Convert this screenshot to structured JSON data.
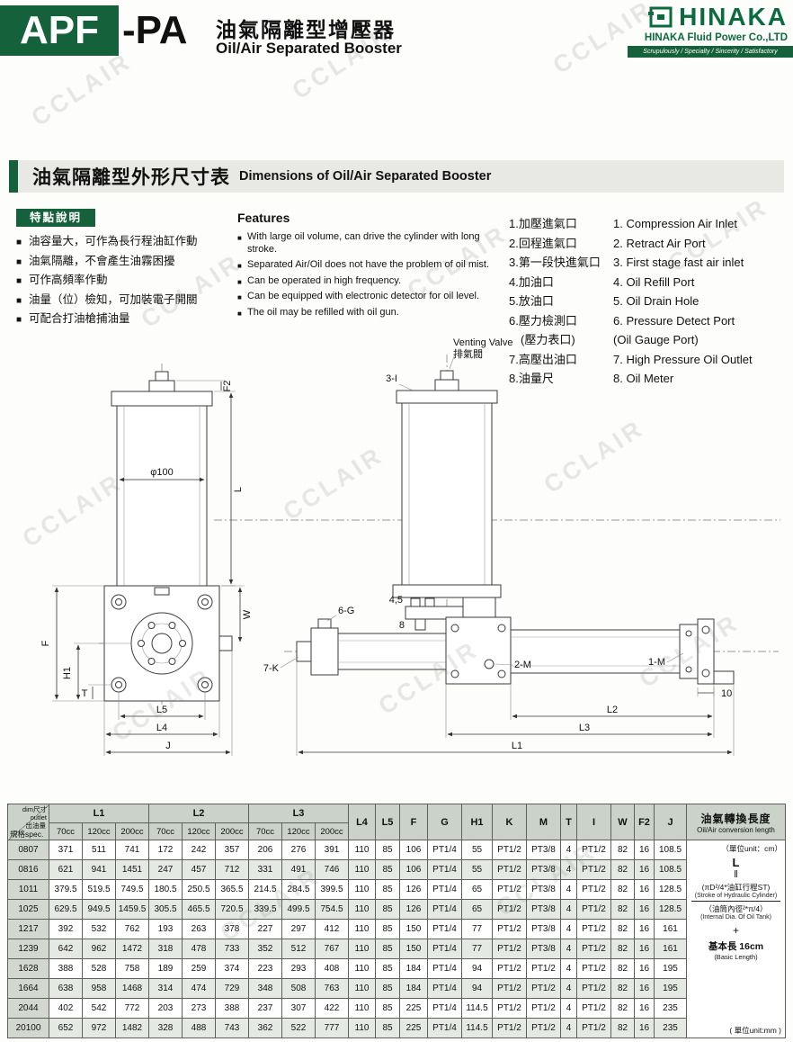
{
  "watermark": "CCLAIR",
  "header": {
    "model_prefix": "APF",
    "model_suffix": "-PA",
    "title_zh": "油氣隔離型增壓器",
    "title_en": "Oil/Air Separated Booster",
    "brand": "HINAKA",
    "brand_sub": "HINAKA  Fluid  Power  Co.,LTD",
    "tagline": "Scrupulously / Specialty / Sincerity / Satisfactory"
  },
  "section": {
    "title_zh": "油氣隔離型外形尺寸表",
    "title_en": "Dimensions of Oil/Air Separated Booster"
  },
  "features_zh": {
    "title": "特點說明",
    "items": [
      "油容量大，可作為長行程油缸作動",
      "油氣隔離，不會產生油霧困擾",
      "可作高頻率作動",
      "油量（位）檢知，可加裝電子開關",
      "可配合打油槍捕油量"
    ]
  },
  "features_en": {
    "title": "Features",
    "items": [
      "With large oil volume, can drive the cylinder with long stroke.",
      "Separated Air/Oil does not have the problem of oil mist.",
      "Can be operated in high frequency.",
      "Can be equipped with electronic detector for oil level.",
      "The oil may be refilled with oil gun."
    ]
  },
  "ports_zh": [
    "1.加壓進氣口",
    "2.回程進氣口",
    "3.第一段快進氣口",
    "4.加油口",
    "5.放油口",
    "6.壓力檢測口\n　(壓力表口)",
    "7.高壓出油口",
    "8.油量尺"
  ],
  "ports_en": [
    "1. Compression Air Inlet",
    "2. Retract Air Port",
    "3. First stage fast air inlet",
    "4. Oil Refill Port",
    "5. Oil Drain Hole",
    "6. Pressure Detect Port\n     (Oil Gauge Port)",
    "7. High Pressure Oil Outlet",
    "8. Oil Meter"
  ],
  "drawing": {
    "venting_valve_en": "Venting Valve",
    "venting_valve_zh": "排氣閥",
    "phi": "φ100",
    "dim_l": "L",
    "dim_f2": "F2",
    "dim_w": "W",
    "dim_f": "F",
    "dim_h1": "H1",
    "dim_t": "T",
    "dim_l5": "L5",
    "dim_l4": "L4",
    "dim_j": "J",
    "label_3i": "3-I",
    "label_45": "4,5",
    "label_8": "8",
    "label_6g": "6-G",
    "label_7k": "7-K",
    "label_2m": "2-M",
    "label_1m": "1-M",
    "label_10": "10",
    "dim_l2": "L2",
    "dim_l3": "L3",
    "dim_l1": "L1"
  },
  "table": {
    "corner": {
      "tr": "dim尺寸",
      "mr": "outlet",
      "br": "出油量",
      "bl": "規格spec."
    },
    "group_headers": [
      "L1",
      "L2",
      "L3"
    ],
    "sub_headers": [
      "70cc",
      "120cc",
      "200cc"
    ],
    "single_headers": [
      "L4",
      "L5",
      "F",
      "G",
      "H1",
      "K",
      "M",
      "T",
      "I",
      "W",
      "F2",
      "J"
    ],
    "rows": [
      {
        "spec": "0807",
        "values": [
          "371",
          "511",
          "741",
          "172",
          "242",
          "357",
          "206",
          "276",
          "391",
          "110",
          "85",
          "106",
          "PT1/4",
          "55",
          "PT1/2",
          "PT3/8",
          "4",
          "PT1/2",
          "82",
          "16",
          "108.5"
        ]
      },
      {
        "spec": "0816",
        "values": [
          "621",
          "941",
          "1451",
          "247",
          "457",
          "712",
          "331",
          "491",
          "746",
          "110",
          "85",
          "106",
          "PT1/4",
          "55",
          "PT1/2",
          "PT3/8",
          "4",
          "PT1/2",
          "82",
          "16",
          "108.5"
        ]
      },
      {
        "spec": "1011",
        "values": [
          "379.5",
          "519.5",
          "749.5",
          "180.5",
          "250.5",
          "365.5",
          "214.5",
          "284.5",
          "399.5",
          "110",
          "85",
          "126",
          "PT1/4",
          "65",
          "PT1/2",
          "PT3/8",
          "4",
          "PT1/2",
          "82",
          "16",
          "128.5"
        ]
      },
      {
        "spec": "1025",
        "values": [
          "629.5",
          "949.5",
          "1459.5",
          "305.5",
          "465.5",
          "720.5",
          "339.5",
          "499.5",
          "754.5",
          "110",
          "85",
          "126",
          "PT1/4",
          "65",
          "PT1/2",
          "PT3/8",
          "4",
          "PT1/2",
          "82",
          "16",
          "128.5"
        ]
      },
      {
        "spec": "1217",
        "values": [
          "392",
          "532",
          "762",
          "193",
          "263",
          "378",
          "227",
          "297",
          "412",
          "110",
          "85",
          "150",
          "PT1/4",
          "77",
          "PT1/2",
          "PT3/8",
          "4",
          "PT1/2",
          "82",
          "16",
          "161"
        ]
      },
      {
        "spec": "1239",
        "values": [
          "642",
          "962",
          "1472",
          "318",
          "478",
          "733",
          "352",
          "512",
          "767",
          "110",
          "85",
          "150",
          "PT1/4",
          "77",
          "PT1/2",
          "PT3/8",
          "4",
          "PT1/2",
          "82",
          "16",
          "161"
        ]
      },
      {
        "spec": "1628",
        "values": [
          "388",
          "528",
          "758",
          "189",
          "259",
          "374",
          "223",
          "293",
          "408",
          "110",
          "85",
          "184",
          "PT1/4",
          "94",
          "PT1/2",
          "PT1/2",
          "4",
          "PT1/2",
          "82",
          "16",
          "195"
        ]
      },
      {
        "spec": "1664",
        "values": [
          "638",
          "958",
          "1468",
          "314",
          "474",
          "729",
          "348",
          "508",
          "763",
          "110",
          "85",
          "184",
          "PT1/4",
          "94",
          "PT1/2",
          "PT1/2",
          "4",
          "PT1/2",
          "82",
          "16",
          "195"
        ]
      },
      {
        "spec": "2044",
        "values": [
          "402",
          "542",
          "772",
          "203",
          "273",
          "388",
          "237",
          "307",
          "422",
          "110",
          "85",
          "225",
          "PT1/4",
          "114.5",
          "PT1/2",
          "PT1/2",
          "4",
          "PT1/2",
          "82",
          "16",
          "235"
        ]
      },
      {
        "spec": "20100",
        "values": [
          "652",
          "972",
          "1482",
          "328",
          "488",
          "743",
          "362",
          "522",
          "777",
          "110",
          "85",
          "225",
          "PT1/4",
          "114.5",
          "PT1/2",
          "PT1/2",
          "4",
          "PT1/2",
          "82",
          "16",
          "235"
        ]
      }
    ],
    "right_panel": {
      "title_zh": "油氣轉換長度",
      "title_en": "Oil/Air conversion length",
      "unit_cm": "（單位unit：cm）",
      "formula_l": "L",
      "equals": "‖",
      "numerator": "(πD²/4*油缸行程ST)",
      "numerator_en": "(Stroke of Hydraulic Cylinder)",
      "denominator": "（油筒內徑²*π/4）",
      "denominator_en": "(Internal Dia. Of Oil Tank)",
      "plus": "+",
      "basic": "基本長 16cm",
      "basic_en": "(Basic Length)",
      "unit_mm": "( 單位unit:mm )"
    }
  }
}
